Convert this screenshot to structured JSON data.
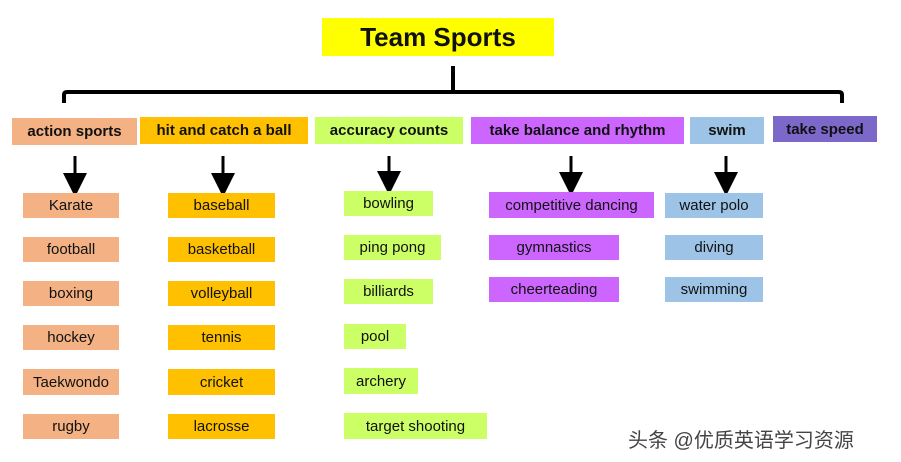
{
  "title": "Team Sports",
  "colors": {
    "title_bg": "#ffff00",
    "action": "#f4b183",
    "hit": "#ffc000",
    "accuracy": "#ccff66",
    "balance": "#cc66ff",
    "swim": "#9dc3e6",
    "speed": "#7b68c8",
    "line": "#000000"
  },
  "categories": [
    {
      "label": "action sports",
      "items": [
        "Karate",
        "football",
        "boxing",
        "hockey",
        "Taekwondo",
        "rugby"
      ]
    },
    {
      "label": "hit and catch a ball",
      "items": [
        "baseball",
        "basketball",
        "volleyball",
        "tennis",
        "cricket",
        "lacrosse"
      ]
    },
    {
      "label": "accuracy counts",
      "items": [
        "bowling",
        "ping pong",
        "billiards",
        "pool",
        "archery",
        "target shooting"
      ]
    },
    {
      "label": "take balance and rhythm",
      "items": [
        "competitive dancing",
        "gymnastics",
        "cheerteading"
      ]
    },
    {
      "label": "swim",
      "items": [
        "water polo",
        "diving",
        "swimming"
      ]
    },
    {
      "label": "take speed",
      "items": []
    }
  ],
  "watermark": "头条 @优质英语学习资源"
}
